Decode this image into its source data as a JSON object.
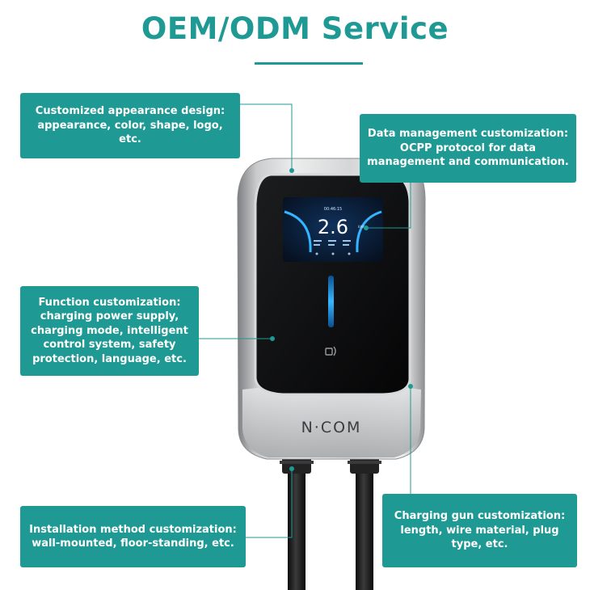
{
  "title": "OEM/ODM Service",
  "callouts": {
    "appearance": "Customized appearance design:\nappearance, color, shape, logo, etc.",
    "data_management": "Data management customization:\nOCPP protocol for data\nmanagement and communication.",
    "function": "Function customization:\ncharging power supply,\ncharging mode, intelligent\ncontrol system, safety\nprotection, language, etc.",
    "installation": "Installation method customization:\nwall-mounted, floor-standing, etc.",
    "charging_gun": "Charging gun customization:\nlength, wire material, plug\ntype, etc."
  },
  "device": {
    "screen_time": "00:46:15",
    "screen_value": "2.6",
    "screen_unit": "kWh",
    "brand_logo": "N·COM"
  },
  "colors": {
    "accent": "#1f9994",
    "callout_text": "#ffffff"
  }
}
